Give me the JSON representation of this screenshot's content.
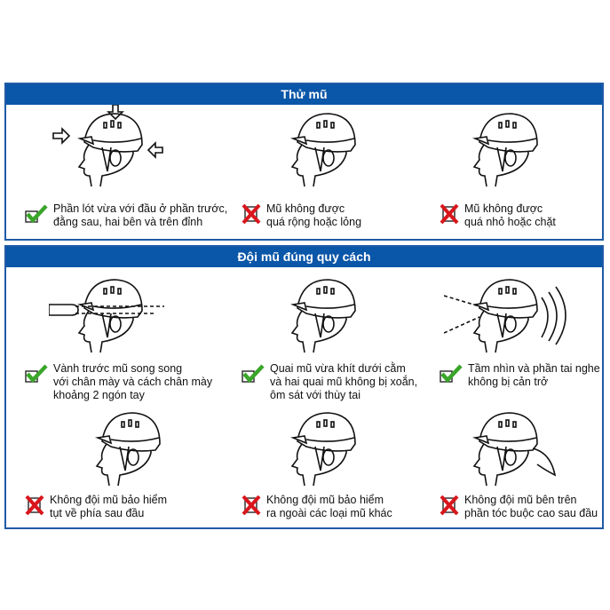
{
  "colors": {
    "header": "#0a56a8",
    "check": "#3aa52a",
    "cross": "#d9161c"
  },
  "sections": [
    {
      "title": "Thử mũ",
      "items": [
        {
          "status": "correct",
          "icon": "check-icon",
          "text": "Phần lót vừa với đầu ở phần trước,\nđằng sau, hai bên và trên đỉnh"
        },
        {
          "status": "wrong",
          "icon": "cross-icon",
          "text": "Mũ không được\nquá rộng hoặc lỏng"
        },
        {
          "status": "wrong",
          "icon": "cross-icon",
          "text": "Mũ không được\nquá nhỏ hoặc chặt"
        }
      ]
    },
    {
      "title": "Đội mũ đúng quy cách",
      "items": [
        {
          "status": "correct",
          "icon": "check-icon",
          "text": "Vành trước mũ song song\nvới chân mày và cách chân mày\nkhoảng 2 ngón tay"
        },
        {
          "status": "correct",
          "icon": "check-icon",
          "text": "Quai mũ vừa khít dưới cằm\nvà hai quai mũ không bị xoắn,\nôm sát với thùy tai"
        },
        {
          "status": "correct",
          "icon": "check-icon",
          "text": "Tầm nhìn và phần tai nghe\nkhông bị cản trở"
        },
        {
          "status": "wrong",
          "icon": "cross-icon",
          "text": "Không đội mũ bảo hiểm\ntụt về phía sau đầu"
        },
        {
          "status": "wrong",
          "icon": "cross-icon",
          "text": "Không đội mũ bảo hiểm\nra ngoài các loại mũ khác"
        },
        {
          "status": "wrong",
          "icon": "cross-icon",
          "text": "Không đội mũ bên trên\nphần tóc buộc cao sau đầu"
        }
      ]
    }
  ]
}
